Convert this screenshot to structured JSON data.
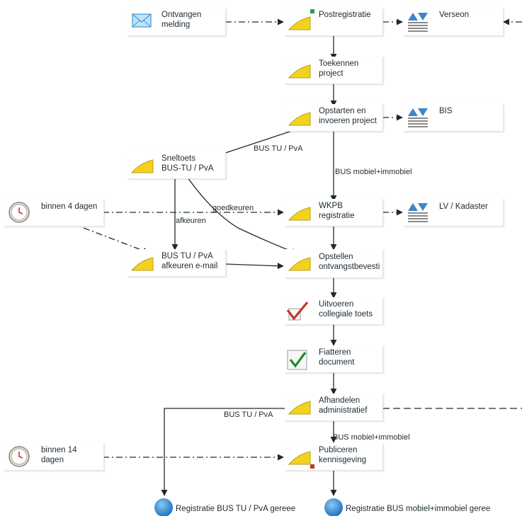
{
  "nodes": {
    "ontvangen": "Ontvangen\nmelding",
    "postreg": "Postregistratie",
    "verseon": "Verseon",
    "toekennen": "Toekennen\nproject",
    "opstarten": "Opstarten en\ninvoeren project",
    "bis": "BIS",
    "sneltoets": "Sneltoets\nBUS-TU / PvA",
    "binnen4": "binnen 4 dagen",
    "wkpb": "WKPB\nregistratie",
    "lv": "LV / Kadaster",
    "afkeurenmail": "BUS TU / PvA\nafkeuren e-mail",
    "opstellen": "Opstellen\nontvangstbevesti",
    "uitvoeren": "Uitvoeren\ncollegiale toets",
    "fiatteren": "Fiatteren\ndocument",
    "afhandelen": "Afhandelen\nadministratief",
    "binnen14": "binnen 14\ndagen",
    "publiceren": "Publiceren\nkennisgeving",
    "end1": "Registratie BUS TU / PvA gereee",
    "end2": "Registratie BUS mobiel+immobiel geree"
  },
  "edge_labels": {
    "bus_tu_pva_1": "BUS TU / PvA",
    "bus_mobiel_1": "BUS mobiel+immobiel",
    "goedkeuren": "goedkeuren",
    "afkeuren": "afkeuren",
    "bus_tu_pva_2": "BUS TU / PvA",
    "bus_mobiel_2": "BUS mobiel+immobiel"
  },
  "colors": {
    "task_yellow": "#f2d21e",
    "task_outline": "#b8a020",
    "system_blue": "#3d86c8",
    "mail_blue": "#6bb6e6",
    "check_green": "#1f8a2e",
    "check_red": "#c0392b",
    "end_blue": "#2f8fd8",
    "line": "#1e2a32"
  },
  "icons": {
    "ontvangen": "mail-icon",
    "verseon": "system-icon",
    "bis": "system-icon",
    "lv": "system-icon",
    "binnen4": "clock-icon",
    "binnen14": "clock-icon",
    "uitvoeren": "red-check-icon",
    "fiatteren": "green-check-icon",
    "end": "end-circle-icon"
  }
}
